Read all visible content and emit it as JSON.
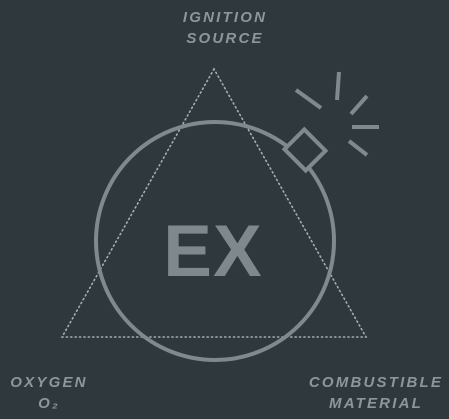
{
  "labels": {
    "ignition_line1": "IGNITION",
    "ignition_line2": "SOURCE",
    "oxygen_line1": "OXYGEN",
    "oxygen_line2": "O₂",
    "combustible_line1": "COMBUSTIBLE",
    "combustible_line2": "MATERIAL"
  },
  "symbol": {
    "text": "EX"
  },
  "colors": {
    "background": "#2f383d",
    "line": "#80898d",
    "text": "#8e969a",
    "symbol_fill": "#7f888c"
  },
  "icons": {
    "bomb": "bomb-icon",
    "spark": "spark-icon",
    "fire_triangle": "fire-triangle-icon"
  }
}
